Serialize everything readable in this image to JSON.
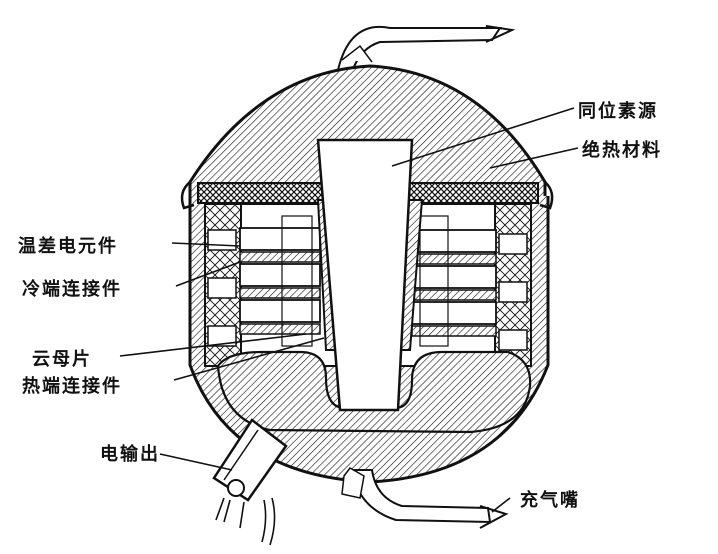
{
  "labels": {
    "isotope_source": "同位素源",
    "insulation": "绝热材料",
    "thermoelectric_element": "温差电元件",
    "cold_end_connector": "冷端连接件",
    "mica_sheet": "云母片",
    "hot_end_connector": "热端连接件",
    "electrical_output": "电输出",
    "gas_fill_nozzle": "充气嘴"
  }
}
